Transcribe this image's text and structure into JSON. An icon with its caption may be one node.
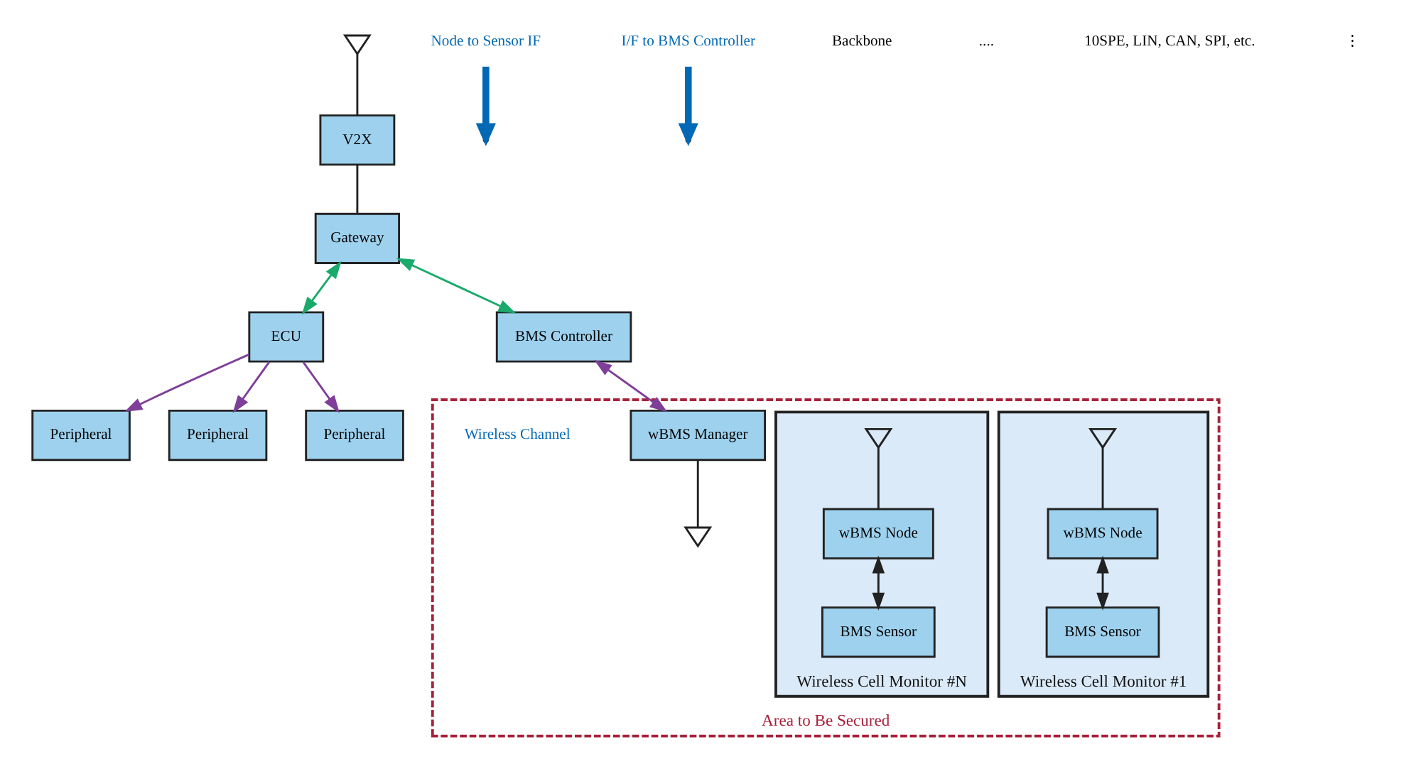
{
  "diagram": {
    "nodes": [
      {
        "text": [],
        "shape": "antenna"
      },
      {
        "text": [
          "V2X"
        ]
      },
      {
        "text": [
          "Gateway"
        ]
      },
      {
        "text": [
          "ECU"
        ]
      },
      {
        "text": [
          "BMS Controller"
        ]
      },
      {
        "text": [
          "Peripheral"
        ]
      },
      {
        "text": [
          "Peripheral"
        ]
      },
      {
        "text": [
          "Peripheral"
        ]
      },
      {
        "text": [
          "Area to Be Secured"
        ]
      },
      {
        "text": [
          "wBMS Manager"
        ],
        "in": 8
      },
      {
        "text": [],
        "shape": "antenna",
        "in": 8
      },
      {
        "text": [
          "Wireless Cell Monitor #1"
        ],
        "in": 8
      },
      {
        "text": [],
        "shape": "antenna",
        "in": 11
      },
      {
        "text": [
          "wBMS Node"
        ],
        "in": 11
      },
      {
        "text": [
          "BMS Sensor"
        ],
        "in": 11
      },
      {
        "text": [
          "Wireless Cell Monitor #N"
        ],
        "in": 8
      },
      {
        "text": [],
        "shape": "antenna",
        "in": 15
      },
      {
        "text": [
          "wBMS Node"
        ],
        "in": 15
      },
      {
        "text": [
          "BMS Sensor"
        ],
        "in": 15
      },
      {
        "text": [
          "Node to Sensor IF"
        ]
      },
      {
        "text": [
          "I/F to BMS Controller"
        ]
      }
    ],
    "edges": [
      {
        "from": 0,
        "to": 1,
        "arrow": "none"
      },
      {
        "from": 1,
        "to": 2,
        "arrow": "none"
      },
      {
        "from": 2,
        "to": 3,
        "arrow": "both",
        "color": "#1aaa6b"
      },
      {
        "from": 2,
        "to": 4,
        "arrow": "both",
        "color": "#1aaa6b"
      },
      {
        "from": 3,
        "to": 5,
        "arrow": "to",
        "color": "#7f3f98"
      },
      {
        "from": 3,
        "to": 6,
        "arrow": "to",
        "color": "#7f3f98"
      },
      {
        "from": 3,
        "to": 7,
        "arrow": "to",
        "color": "#7f3f98"
      },
      {
        "from": 4,
        "to": 9,
        "arrow": "both",
        "color": "#7f3f98"
      },
      {
        "from": 9,
        "to": 10,
        "arrow": "none"
      },
      {
        "from": 12,
        "to": 13,
        "arrow": "none"
      },
      {
        "from": 13,
        "to": 14,
        "arrow": "both"
      },
      {
        "from": 16,
        "to": 17,
        "arrow": "none"
      },
      {
        "from": 17,
        "to": 18,
        "arrow": "both"
      },
      {
        "from": 19,
        "to": null,
        "arrow": "to",
        "style": "thick",
        "color": "#0068b5"
      },
      {
        "from": 20,
        "to": null,
        "arrow": "to",
        "style": "thick",
        "color": "#0068b5"
      }
    ],
    "labels": [
      "Backbone",
      "....",
      "10SPE, LIN, CAN, SPI, etc.",
      "Wireless Channel",
      "⋮"
    ]
  }
}
